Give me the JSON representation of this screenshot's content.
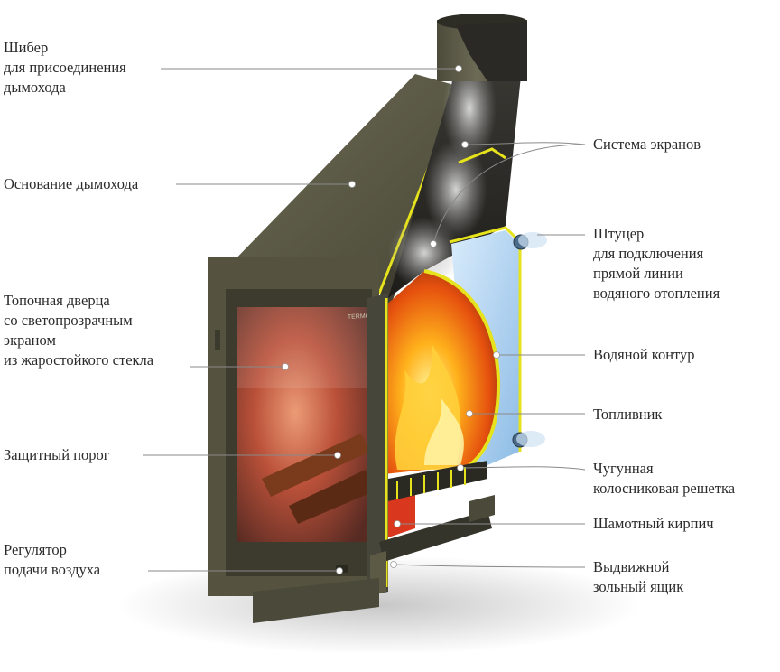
{
  "labels": {
    "damper": [
      "Шибер",
      "для присоединения",
      "дымохода"
    ],
    "chimney_base": [
      "Основание дымохода"
    ],
    "door": [
      "Топочная дверца",
      "со светопрозрачным",
      "экраном",
      "из жаростойкого стекла"
    ],
    "threshold": [
      "Защитный порог"
    ],
    "air_regulator": [
      "Регулятор",
      "подачи воздуха"
    ],
    "screens": [
      "Система экранов"
    ],
    "fitting": [
      "Штуцер",
      "для подключения",
      "прямой линии",
      "водяного отопления"
    ],
    "water_circuit": [
      "Водяной контур"
    ],
    "firebox": [
      "Топливник"
    ],
    "grate": [
      "Чугунная",
      "колосниковая решетка"
    ],
    "brick": [
      "Шамотный кирпич"
    ],
    "ash_drawer": [
      "Выдвижной",
      "зольный ящик"
    ]
  },
  "brand_mark": "TERMOFOR",
  "colors": {
    "steel": "#5f5d48",
    "steel_dark": "#3e3d2e",
    "insulation": "#e6e21c",
    "flame": "#ff9a1a",
    "water": "#a9cff0",
    "brick": "#d9381e",
    "glass": "#c9623a"
  }
}
